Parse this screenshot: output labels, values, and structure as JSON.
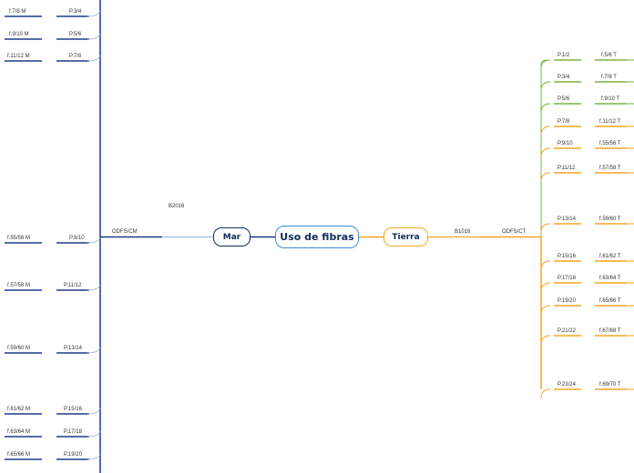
{
  "central": "Uso de fibras",
  "left_branch": {
    "name": "Mar",
    "b_label": "B2016",
    "odf_label": "ODFS/CM",
    "color": "#1e3a8a",
    "rows": [
      {
        "f": "f.7/8 M",
        "p": "P.3/4"
      },
      {
        "f": "f.9/10 M",
        "p": "P.5/6"
      },
      {
        "f": "f.11/12 M",
        "p": "P.7/8"
      },
      {
        "f": "f.55/56 M",
        "p": "P.9/10"
      },
      {
        "f": "f.57/58 M",
        "p": "P.11/12"
      },
      {
        "f": "f.59/60 M",
        "p": "P.13/14"
      },
      {
        "f": "f.61/62 M",
        "p": "P.15/16"
      },
      {
        "f": "f.63/64 M",
        "p": "P.17/18"
      },
      {
        "f": "f.65/66 M",
        "p": "P.19/20"
      }
    ]
  },
  "right_branch": {
    "name": "Tierra",
    "b_label": "B1016",
    "odf_label": "ODFS/CT",
    "color": "#f5a623",
    "green": "#7cb342",
    "rows": [
      {
        "p": "P.1/2",
        "f": "f.5/6 T",
        "c": "green"
      },
      {
        "p": "P.3/4",
        "f": "f.7/8 T",
        "c": "green"
      },
      {
        "p": "P.5/6",
        "f": "f.9/10 T",
        "c": "green"
      },
      {
        "p": "P.7/8",
        "f": "f.11/12 T",
        "c": "orange"
      },
      {
        "p": "P.9/10",
        "f": "f.55/56 T",
        "c": "orange"
      },
      {
        "p": "P.11/12",
        "f": "f.57/58 T",
        "c": "orange"
      },
      {
        "p": "P.13/14",
        "f": "f.59/60 T",
        "c": "orange"
      },
      {
        "p": "P.15/16",
        "f": "f.61/62 T",
        "c": "orange"
      },
      {
        "p": "P.17/18",
        "f": "f.63/64 T",
        "c": "orange"
      },
      {
        "p": "P.19/20",
        "f": "f.65/66 T",
        "c": "orange"
      },
      {
        "p": "P.21/22",
        "f": "f.67/68 T",
        "c": "orange"
      },
      {
        "p": "P.23/24",
        "f": "f.69/70 T",
        "c": "orange"
      }
    ]
  }
}
